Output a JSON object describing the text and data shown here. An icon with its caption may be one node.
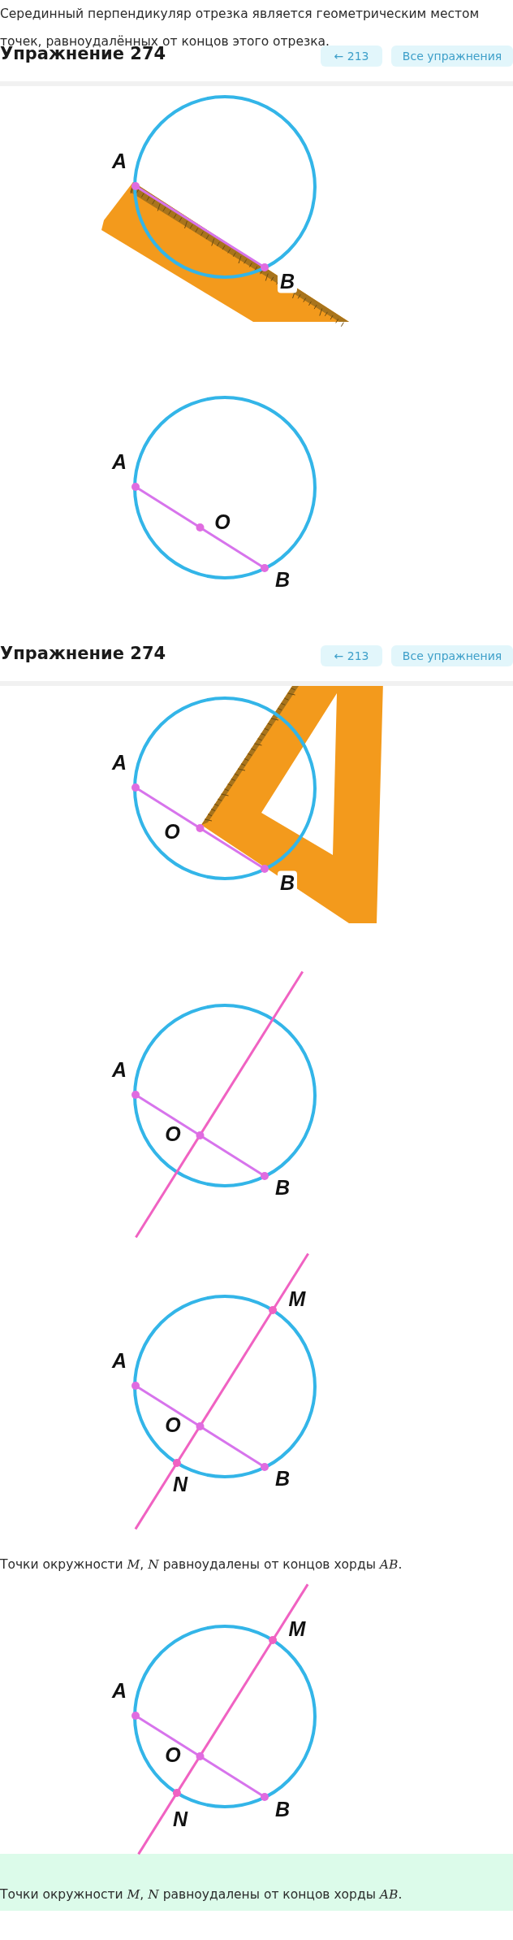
{
  "diagram": {
    "labels": [
      "Серединный перпендикуляр отрезка является геометрическим местом точек, равноудалённых от концов этого отрезка.",
      "Упражнение 274",
      "← 213",
      "Все упражнения",
      "A",
      "B",
      "A",
      "O",
      "B",
      "Упражнение 274",
      "← 213",
      "Все упражнения",
      "A",
      "O",
      "B",
      "A",
      "O",
      "B",
      "M",
      "A",
      "O",
      "N",
      "B",
      "Точки окружности *M*,  *N* равноудалены от концов хорды *AB*.",
      "M",
      "A",
      "O",
      "N",
      "B",
      "Точки окружности *M*,  *N* равноудалены от концов хорды *AB*."
    ]
  }
}
